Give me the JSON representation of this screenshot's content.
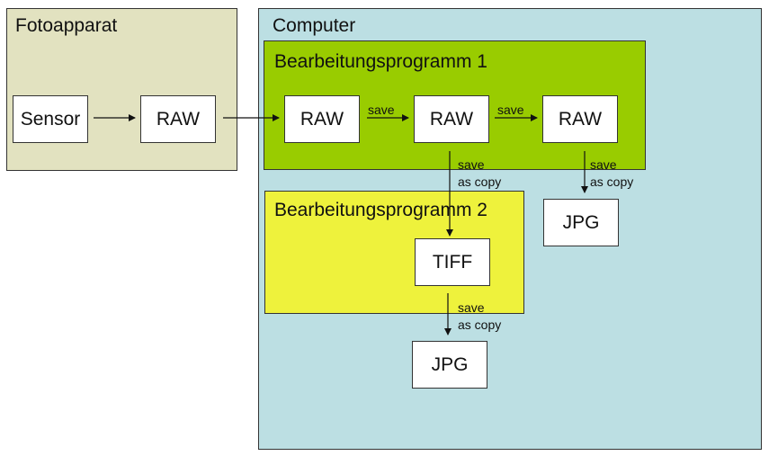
{
  "regions": {
    "camera": {
      "title": "Fotoapparat",
      "color": "#e2e2c0"
    },
    "computer": {
      "title": "Computer",
      "color": "#bcdfe3"
    },
    "program1": {
      "title": "Bearbeitungsprogramm 1",
      "color": "#99cc00"
    },
    "program2": {
      "title": "Bearbeitungsprogramm 2",
      "color": "#eef23c"
    }
  },
  "nodes": {
    "sensor": "Sensor",
    "raw_camera": "RAW",
    "raw_1": "RAW",
    "raw_2": "RAW",
    "raw_3": "RAW",
    "tiff": "TIFF",
    "jpg_from_tiff": "JPG",
    "jpg_from_raw": "JPG"
  },
  "edge_labels": {
    "raw1_to_raw2": [
      "save"
    ],
    "raw2_to_raw3": [
      "save"
    ],
    "raw2_to_tiff": [
      "save",
      "as copy"
    ],
    "raw3_to_jpg": [
      "save",
      "as copy"
    ],
    "tiff_to_jpg": [
      "save",
      "as copy"
    ]
  }
}
